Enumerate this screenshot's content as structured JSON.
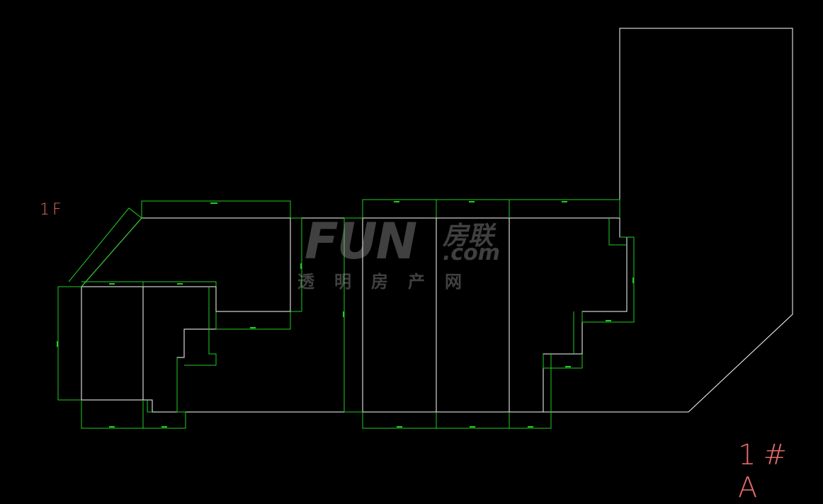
{
  "drawing": {
    "floor_label": "1F",
    "building_label": "1# A",
    "line_colors": {
      "outline": "#ffffff",
      "dimension": "#22cc22",
      "label": "#e56b6b"
    }
  },
  "watermark": {
    "brand": "FUN",
    "brand_cn": "房联",
    "domain": ".com",
    "slogan": "透明房产网"
  }
}
